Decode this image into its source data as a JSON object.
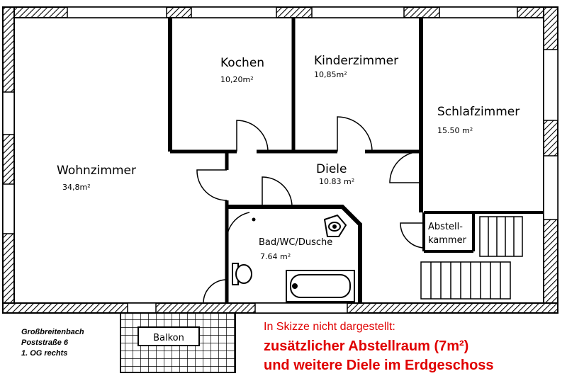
{
  "rooms": {
    "wohnzimmer": {
      "name": "Wohnzimmer",
      "area": "34,8m²"
    },
    "kochen": {
      "name": "Kochen",
      "area": "10,20m²"
    },
    "kinderzimmer": {
      "name": "Kinderzimmer",
      "area": "10,85m²"
    },
    "schlafzimmer": {
      "name": "Schlafzimmer",
      "area": "15.50 m²"
    },
    "diele": {
      "name": "Diele",
      "area": "10.83 m²"
    },
    "bad": {
      "name": "Bad/WC/Dusche",
      "area": "7.64 m²"
    },
    "abstell": {
      "line1": "Abstell-",
      "line2": "kammer"
    },
    "balkon": {
      "name": "Balkon"
    }
  },
  "address": {
    "line1": "Großbreitenbach",
    "line2": "Poststraße 6",
    "line3": "1. OG rechts"
  },
  "note": {
    "line1": "In Skizze nicht dargestellt:",
    "line2": "zusätzlicher Abstellraum (7m²)",
    "line3": "und weitere Diele im Erdgeschoss"
  },
  "colors": {
    "wall": "#000000",
    "note": "#e00000"
  }
}
